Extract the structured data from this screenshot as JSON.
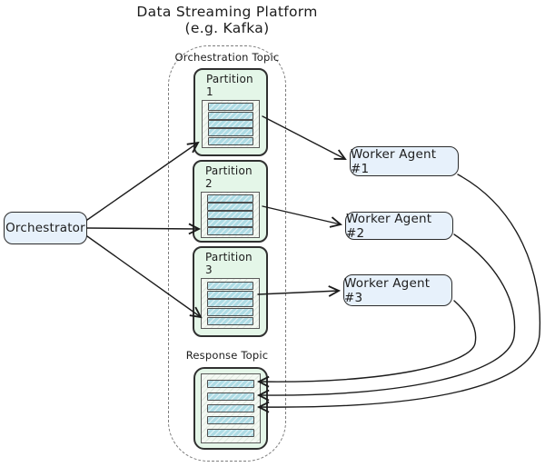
{
  "title": {
    "line1": "Data Streaming Platform",
    "line2": "(e.g. Kafka)"
  },
  "platform": {
    "orchestration_topic_label": "Orchestration Topic",
    "response_topic_label": "Response Topic",
    "partitions": [
      {
        "label": "Partition 1",
        "message_count": 5
      },
      {
        "label": "Partition 2",
        "message_count": 5
      },
      {
        "label": "Partition 3",
        "message_count": 5
      }
    ],
    "response_topic": {
      "message_count": 5
    }
  },
  "nodes": {
    "orchestrator": {
      "label": "Orchestrator"
    },
    "workers": [
      {
        "label": "Worker Agent #1"
      },
      {
        "label": "Worker Agent #2"
      },
      {
        "label": "Worker Agent #3"
      }
    ]
  },
  "edges": [
    {
      "from": "orchestrator",
      "to": "partition-1"
    },
    {
      "from": "orchestrator",
      "to": "partition-2"
    },
    {
      "from": "orchestrator",
      "to": "partition-3"
    },
    {
      "from": "partition-1",
      "to": "worker-agent-1"
    },
    {
      "from": "partition-2",
      "to": "worker-agent-2"
    },
    {
      "from": "partition-3",
      "to": "worker-agent-3"
    },
    {
      "from": "worker-agent-1",
      "to": "response-topic"
    },
    {
      "from": "worker-agent-2",
      "to": "response-topic"
    },
    {
      "from": "worker-agent-3",
      "to": "response-topic"
    }
  ],
  "colors": {
    "message_bar": "#aedbe4",
    "partition_fill": "#e4f6e8",
    "inner_panel_fill": "#f3f8f2",
    "node_fill": "#e7f1fb",
    "stroke_dark": "#1c1c1c",
    "dashed_border": "#7d7d7d"
  }
}
